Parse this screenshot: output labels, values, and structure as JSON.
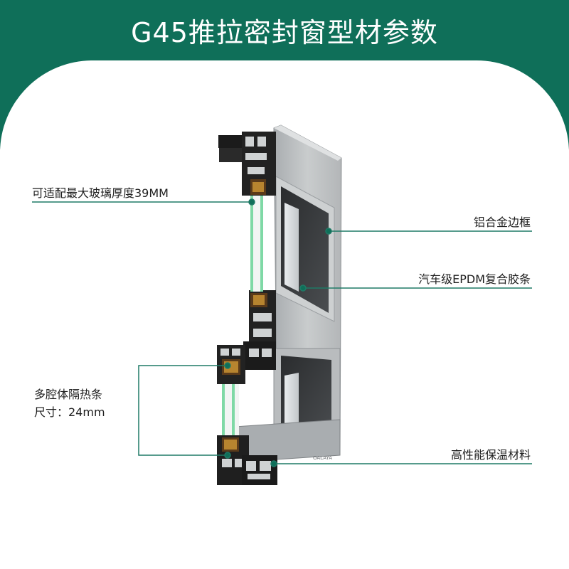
{
  "title": "G45推拉密封窗型材参数",
  "brand_mark": "OALAYA",
  "labels": {
    "glass_thickness": "可适配最大玻璃厚度39MM",
    "aluminum_frame": "铝合金边框",
    "epdm_strip": "汽车级EPDM复合胶条",
    "thermal_strip_line1": "多腔体隔热条",
    "thermal_strip_line2": "尺寸：24mm",
    "insulation_material": "高性能保温材料"
  },
  "colors": {
    "brand_green": "#0f6f59",
    "leader_line": "#1f7a66",
    "glass_green": "#7fd9a6",
    "aluminum": "#b9bcbe"
  }
}
